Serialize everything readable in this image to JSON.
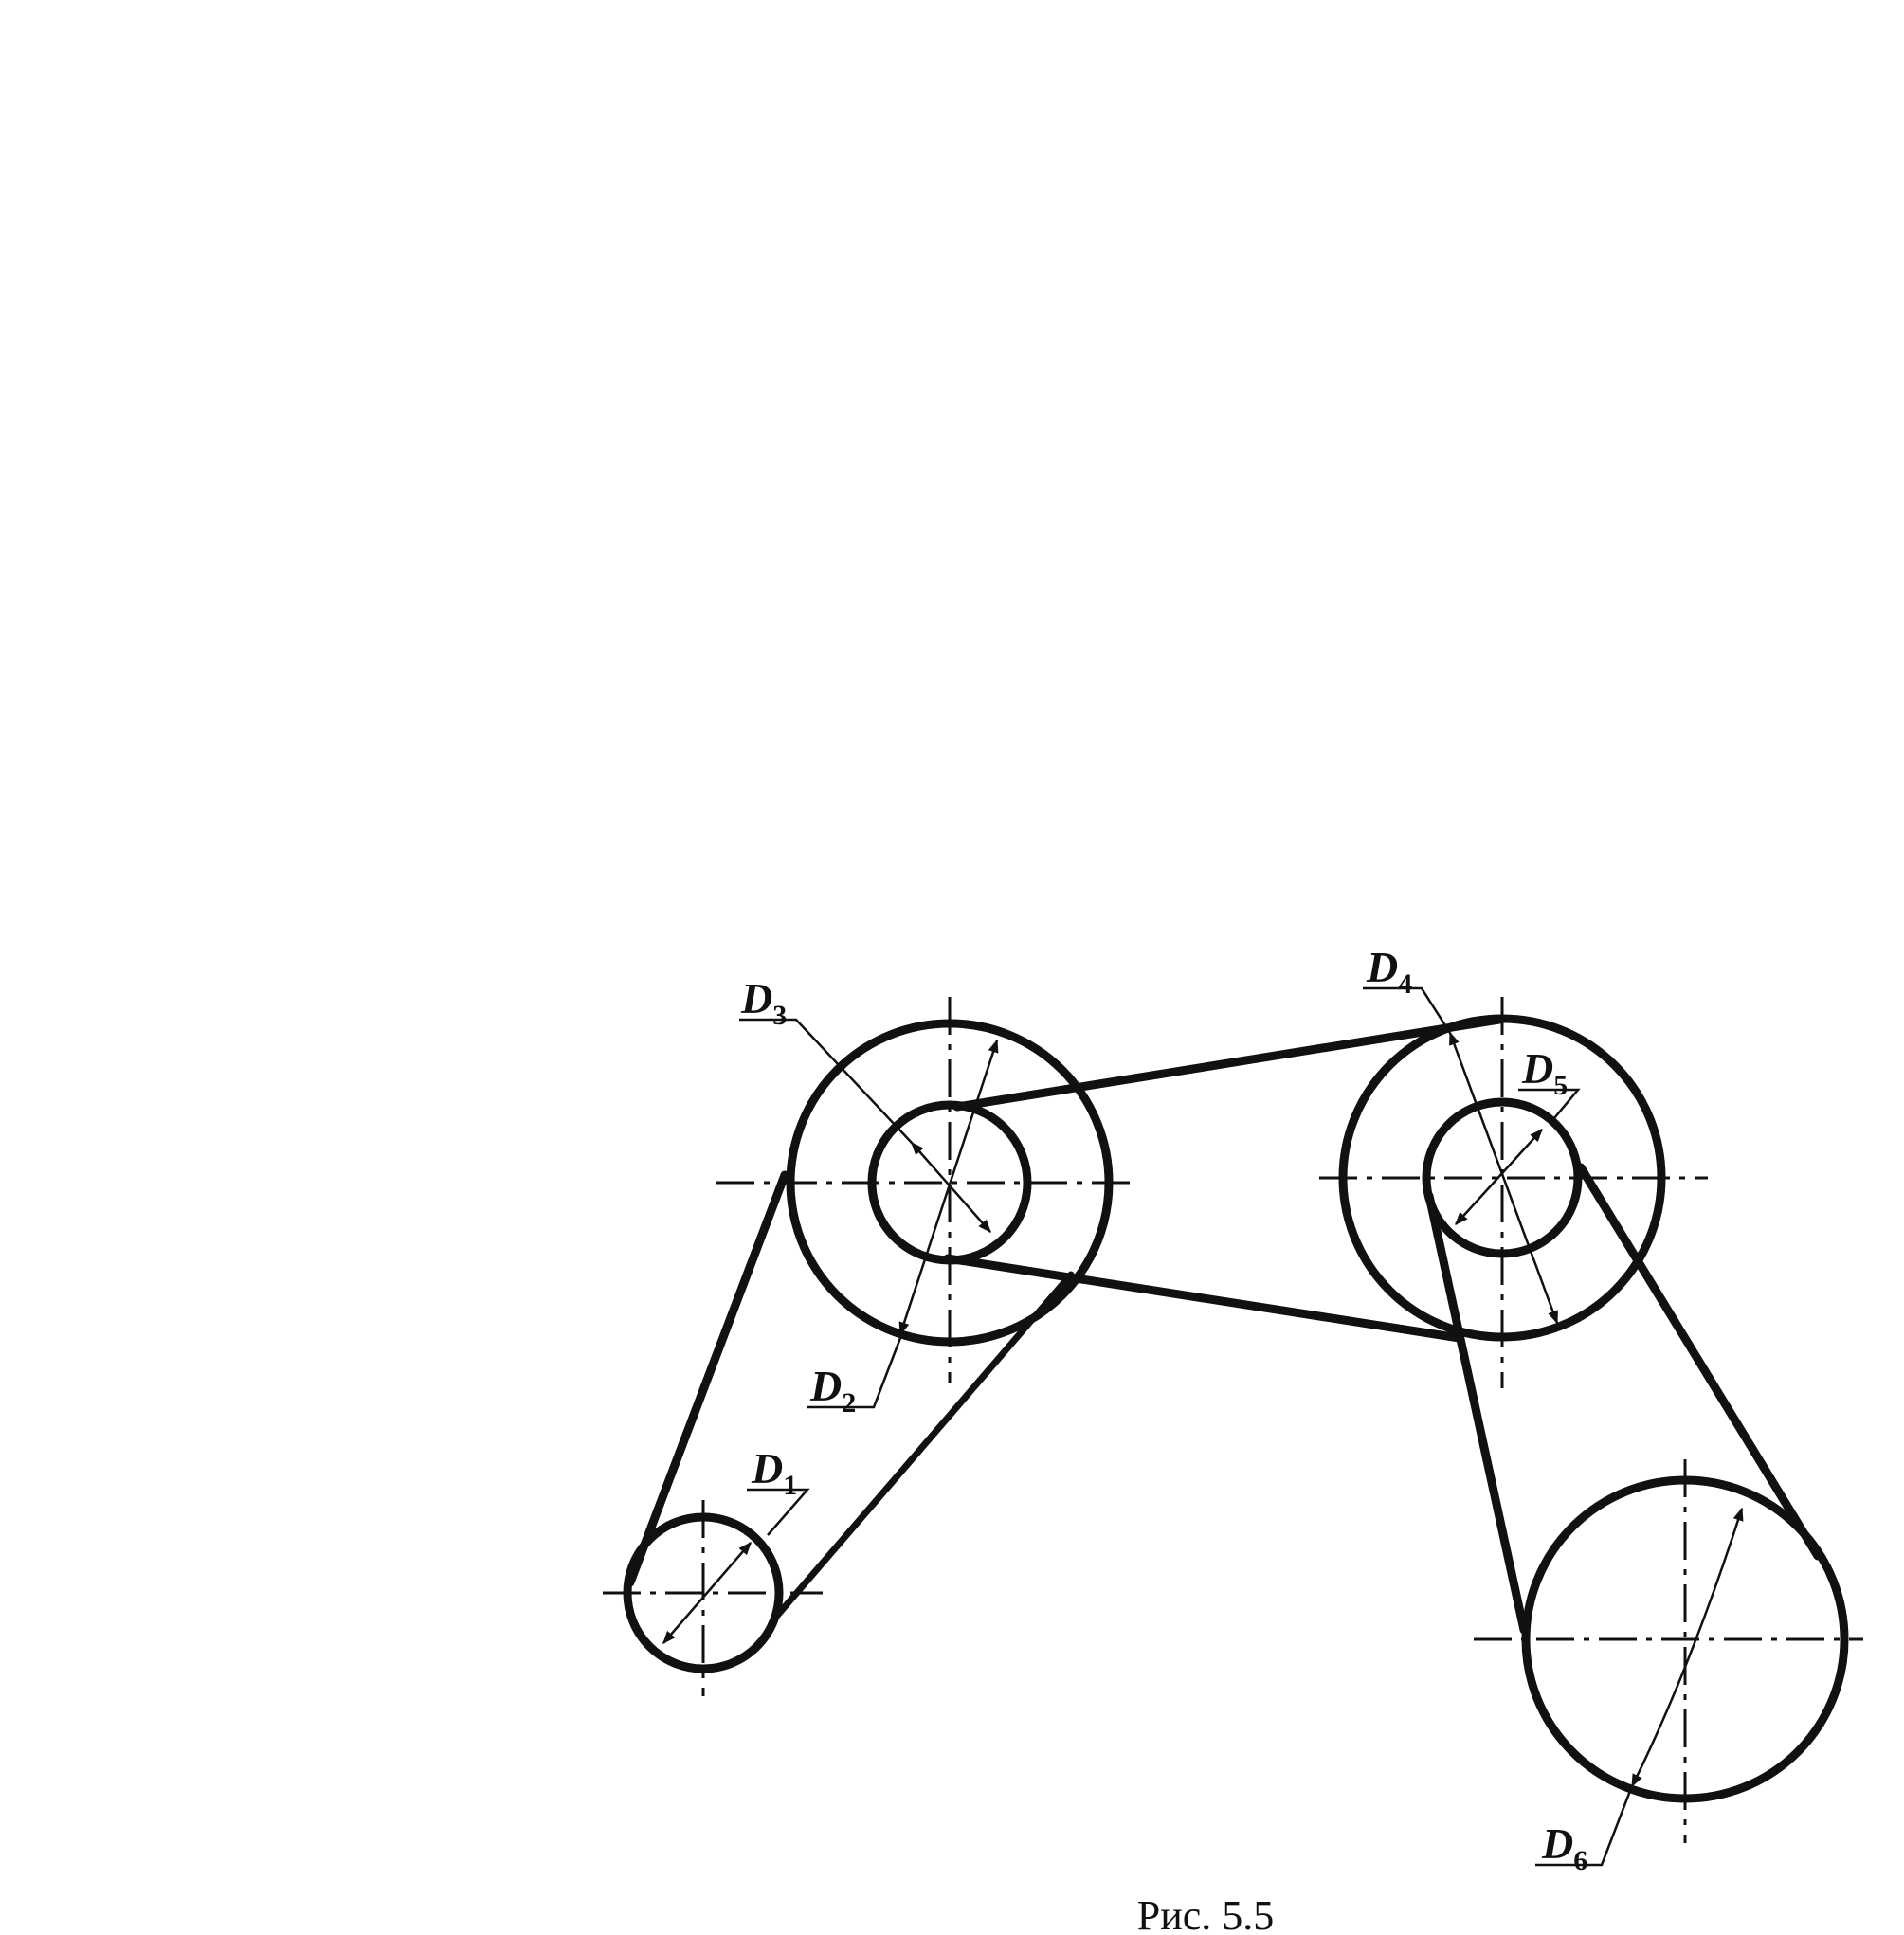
{
  "labels": {
    "d1": {
      "letter": "D",
      "index": "1"
    },
    "d2": {
      "letter": "D",
      "index": "2"
    },
    "d3": {
      "letter": "D",
      "index": "3"
    },
    "d4": {
      "letter": "D",
      "index": "4"
    },
    "d5": {
      "letter": "D",
      "index": "5"
    },
    "d6": {
      "letter": "D",
      "index": "6"
    }
  },
  "caption": "Рис. 5.5"
}
